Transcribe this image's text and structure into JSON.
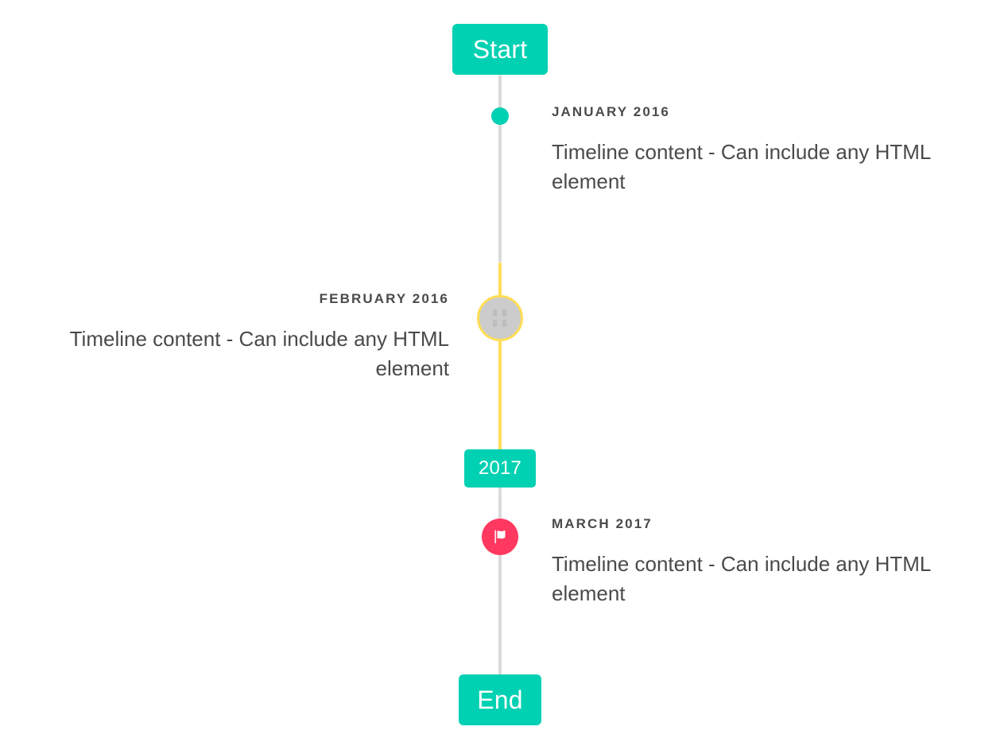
{
  "colors": {
    "primary": "#00d1b2",
    "warning": "#ffdd57",
    "danger": "#ff3860",
    "rail": "#dbdbdb",
    "marker_gray": "#cccccc",
    "text": "#4a4a4a",
    "background": "#ffffff"
  },
  "header": {
    "start_label": "Start"
  },
  "footer": {
    "end_label": "End"
  },
  "divider": {
    "year_label": "2017"
  },
  "items": [
    {
      "date": "January 2016",
      "body": "Timeline content - Can include any HTML element",
      "side": "right",
      "marker": "dot-marker",
      "marker_style": "primary"
    },
    {
      "date": "February 2016",
      "body": "Timeline content - Can include any HTML element",
      "side": "left",
      "marker": "broken-image-icon",
      "marker_style": "warning"
    },
    {
      "date": "March 2017",
      "body": "Timeline content - Can include any HTML element",
      "side": "right",
      "marker": "flag-icon",
      "marker_style": "danger"
    }
  ]
}
